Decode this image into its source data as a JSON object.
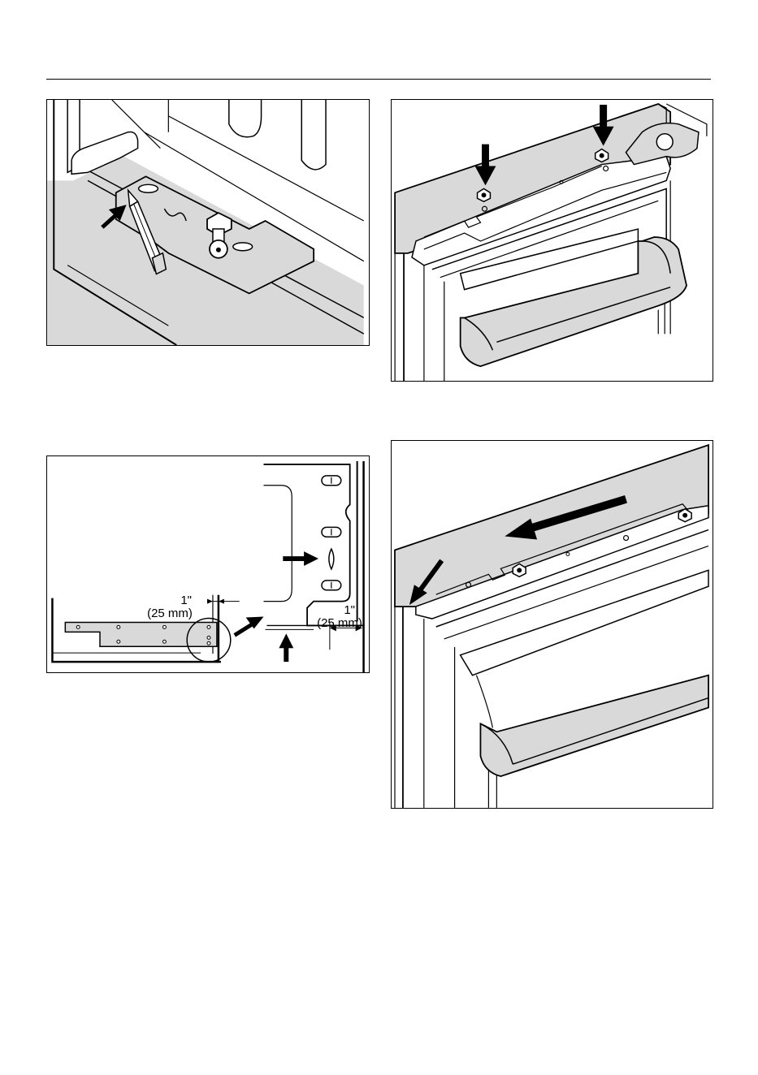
{
  "figures": {
    "fig3": {
      "dimension_left_in": "1\"",
      "dimension_left_mm": "(25 mm)",
      "dimension_right_in": "1\"",
      "dimension_right_mm": "(25 mm)"
    }
  },
  "colors": {
    "panel_gray": "#d9d9d9",
    "line": "#000000",
    "background": "#ffffff"
  }
}
